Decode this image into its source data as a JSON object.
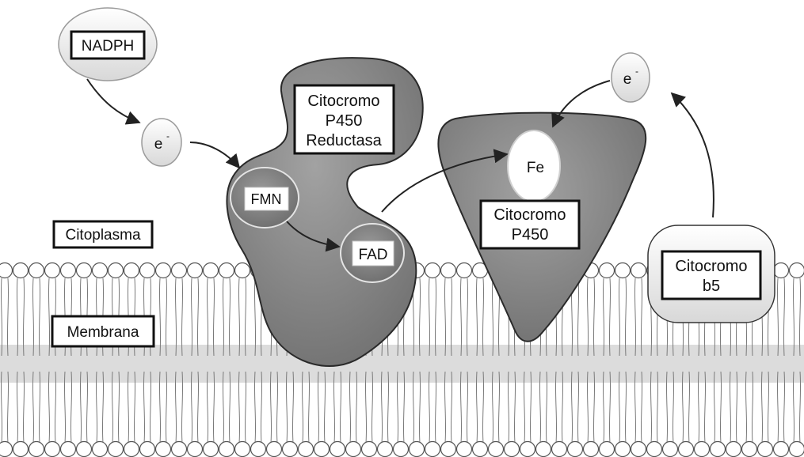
{
  "labels": {
    "nadph": "NADPH",
    "electron_1": "e",
    "electron_2": "e",
    "electron_sup": "-",
    "reductase_line1": "Citocromo",
    "reductase_line2": "P450",
    "reductase_line3": "Reductasa",
    "fmn": "FMN",
    "fad": "FAD",
    "fe": "Fe",
    "p450_line1": "Citocromo",
    "p450_line2": "P450",
    "b5_line1": "Citocromo",
    "b5_line2": "b5",
    "citoplasma": "Citoplasma",
    "membrana": "Membrana"
  },
  "colors": {
    "protein_fill": "#8c8c8c",
    "protein_stroke": "#2a2a2a",
    "membrane_band": "#d2d2d2",
    "lipid_head": "#ffffff",
    "arrow": "#222222"
  }
}
